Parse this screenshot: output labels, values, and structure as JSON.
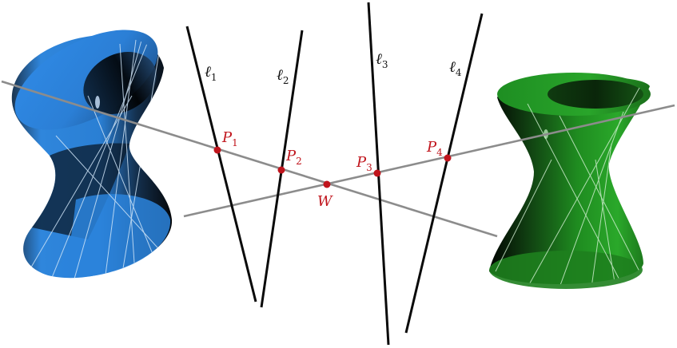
{
  "colors": {
    "line": "#0a0a0a",
    "transversal": "#8c8c8c",
    "point": "#c0141c",
    "label_text": "#111111",
    "blue_hyperboloid": "#2a7fd4",
    "green_hyperboloid": "#2aa82a"
  },
  "lines": [
    {
      "name": "ℓ",
      "sub": "1"
    },
    {
      "name": "ℓ",
      "sub": "2"
    },
    {
      "name": "ℓ",
      "sub": "3"
    },
    {
      "name": "ℓ",
      "sub": "4"
    }
  ],
  "points": [
    {
      "name": "P",
      "sub": "1"
    },
    {
      "name": "P",
      "sub": "2"
    },
    {
      "name": "P",
      "sub": "3"
    },
    {
      "name": "P",
      "sub": "4"
    },
    {
      "name": "W",
      "sub": ""
    }
  ],
  "surfaces": [
    {
      "name": "blue-hyperboloid",
      "color": "blue"
    },
    {
      "name": "green-hyperboloid",
      "color": "green"
    }
  ]
}
